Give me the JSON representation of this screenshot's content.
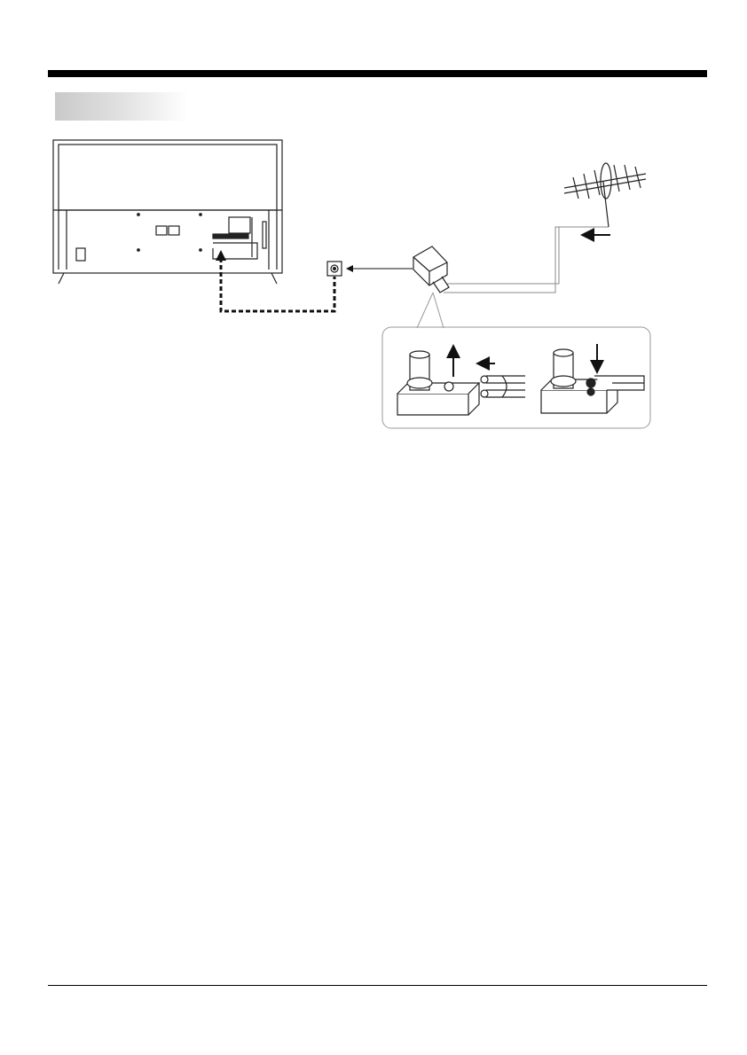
{
  "page": {
    "section_label": "",
    "colors": {
      "rule": "#000000",
      "label_gradient_start": "#c9c9c9",
      "line": "#222222"
    }
  },
  "diagram": {
    "description_icons": [
      "tv-rear-panel",
      "wall-antenna-socket",
      "antenna-plug",
      "outdoor-antenna",
      "plug-assembly-detail"
    ]
  }
}
